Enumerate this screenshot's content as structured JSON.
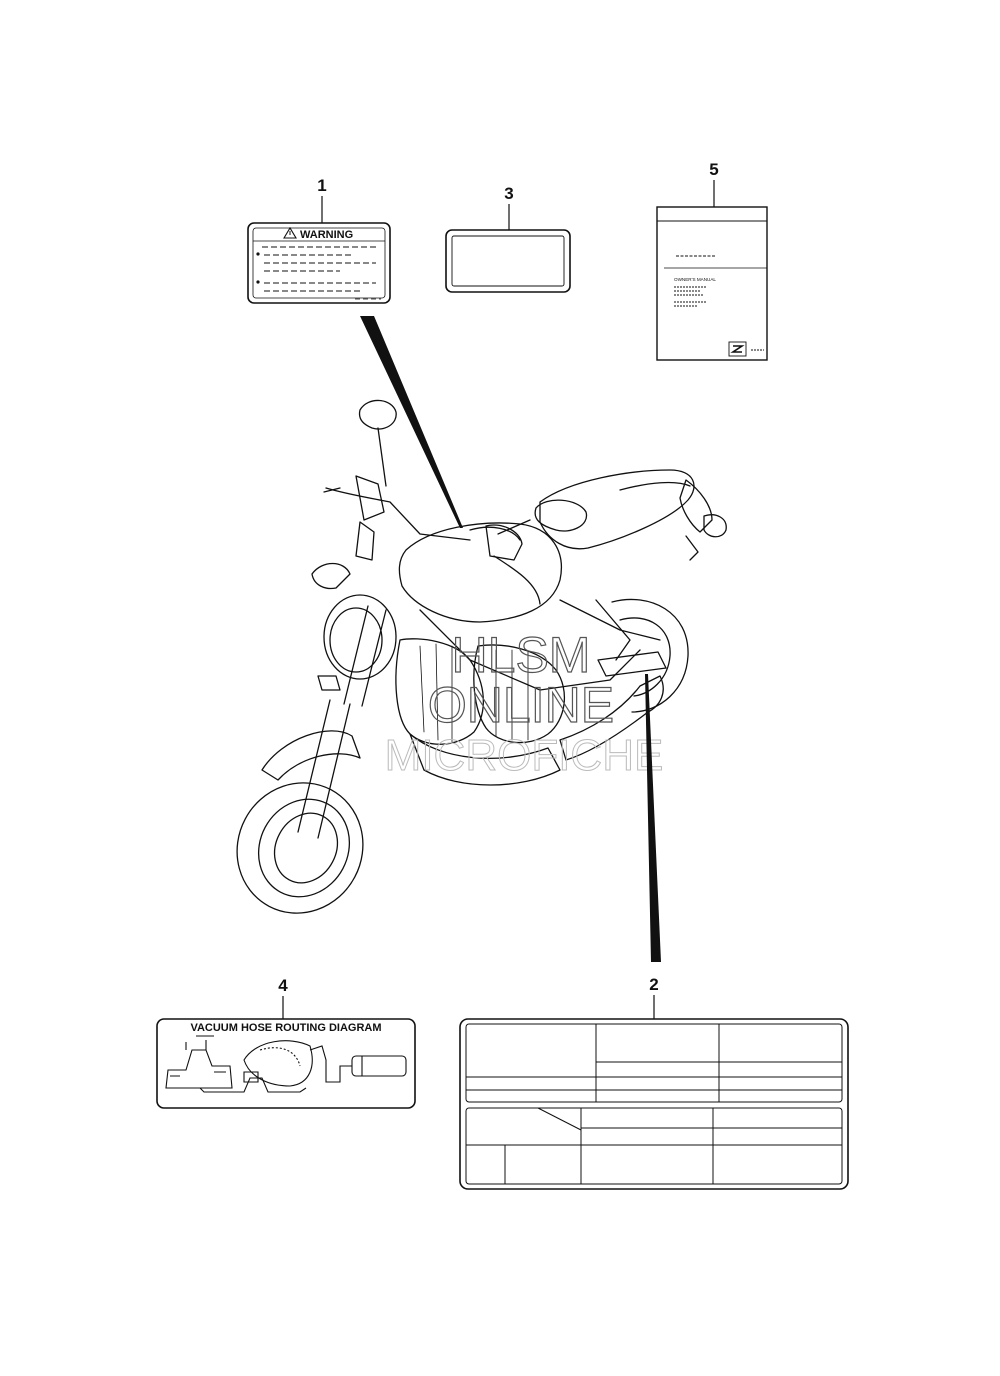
{
  "callouts": {
    "c1": "1",
    "c2": "2",
    "c3": "3",
    "c4": "4",
    "c5": "5"
  },
  "warning_label": {
    "title": "WARNING",
    "icon": "warning-triangle-icon"
  },
  "owners_manual": {
    "text": "OWNER'S MANUAL",
    "logo_icon": "suzuki-logo-icon"
  },
  "vacuum_label": {
    "title": "VACUUM HOSE ROUTING DIAGRAM"
  },
  "watermark": {
    "line1": "HLSM",
    "line2": "ONLINE",
    "line3": "MICROFICHE"
  },
  "colors": {
    "line": "#111111",
    "watermark": "#555555"
  }
}
